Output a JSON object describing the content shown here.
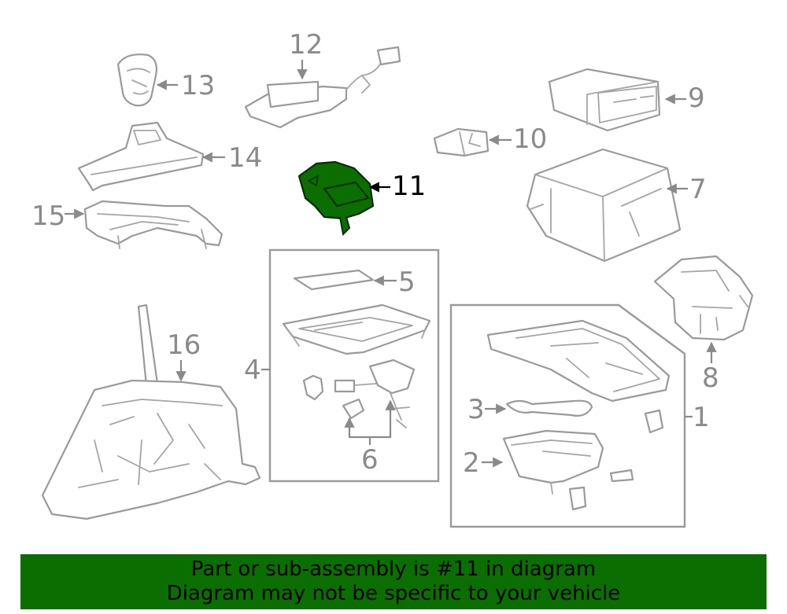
{
  "diagram": {
    "highlight_color": "#0b6e00",
    "highlighted_part": "11",
    "callouts": {
      "p1": "1",
      "p2": "2",
      "p3": "3",
      "p4": "4",
      "p5": "5",
      "p6": "6",
      "p7": "7",
      "p8": "8",
      "p9": "9",
      "p10": "10",
      "p11": "11",
      "p12": "12",
      "p13": "13",
      "p14": "14",
      "p15": "15",
      "p16": "16"
    }
  },
  "banner": {
    "line1": "Part or sub-assembly is #11 in diagram",
    "line2": "Diagram may not be specific to your vehicle",
    "background": "#0b6e00"
  }
}
